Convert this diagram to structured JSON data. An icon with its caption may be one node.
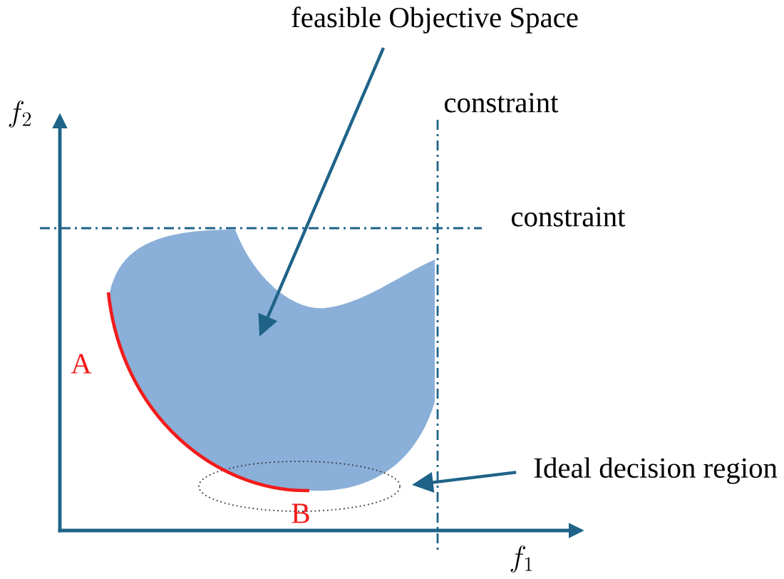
{
  "diagram": {
    "nodes": [
      {
        "text": [
          "feasible Objective Space"
        ]
      },
      {
        "text": [],
        "shape": "blob"
      },
      {
        "text": [
          "Ideal decision region"
        ]
      },
      {
        "text": [],
        "shape": "ellipse"
      }
    ],
    "edges": [
      {
        "from": 0,
        "to": 1,
        "arrow": "to"
      },
      {
        "from": 2,
        "to": 3,
        "arrow": "to"
      }
    ],
    "labels": [
      "constraint",
      "f_2",
      "constraint",
      "A",
      "B",
      "f_1"
    ]
  }
}
